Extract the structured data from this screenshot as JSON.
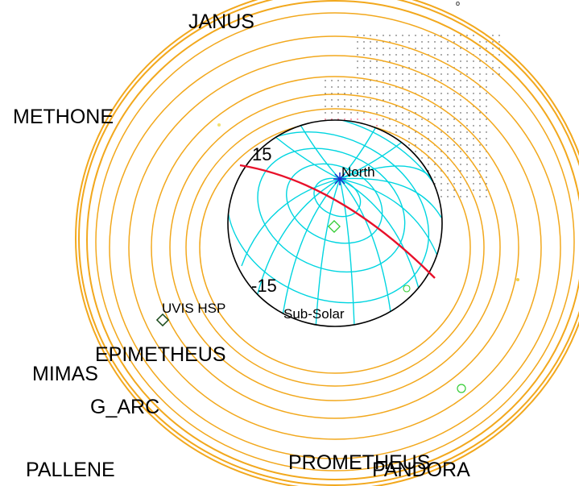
{
  "labels": {
    "janus": "JANUS",
    "methone": "METHONE",
    "mimas": "MIMAS",
    "epimetheus": "EPIMETHEUS",
    "g_arc": "G_ARC",
    "pallene": "PALLENE",
    "prometheus": "PROMETHEUS",
    "pandora": "PANDORA",
    "north": "North",
    "sub_solar": "Sub-Solar",
    "uvis_hsp": "UVIS HSP",
    "lat_top": "15",
    "lat_bottom": "-15"
  },
  "colors": {
    "rings": "#f2a81d",
    "grid": "#00d5e0",
    "terminator": "#e8102a",
    "limb": "#000000",
    "marker_green": "#33cc33",
    "dots": "#e0103a"
  }
}
